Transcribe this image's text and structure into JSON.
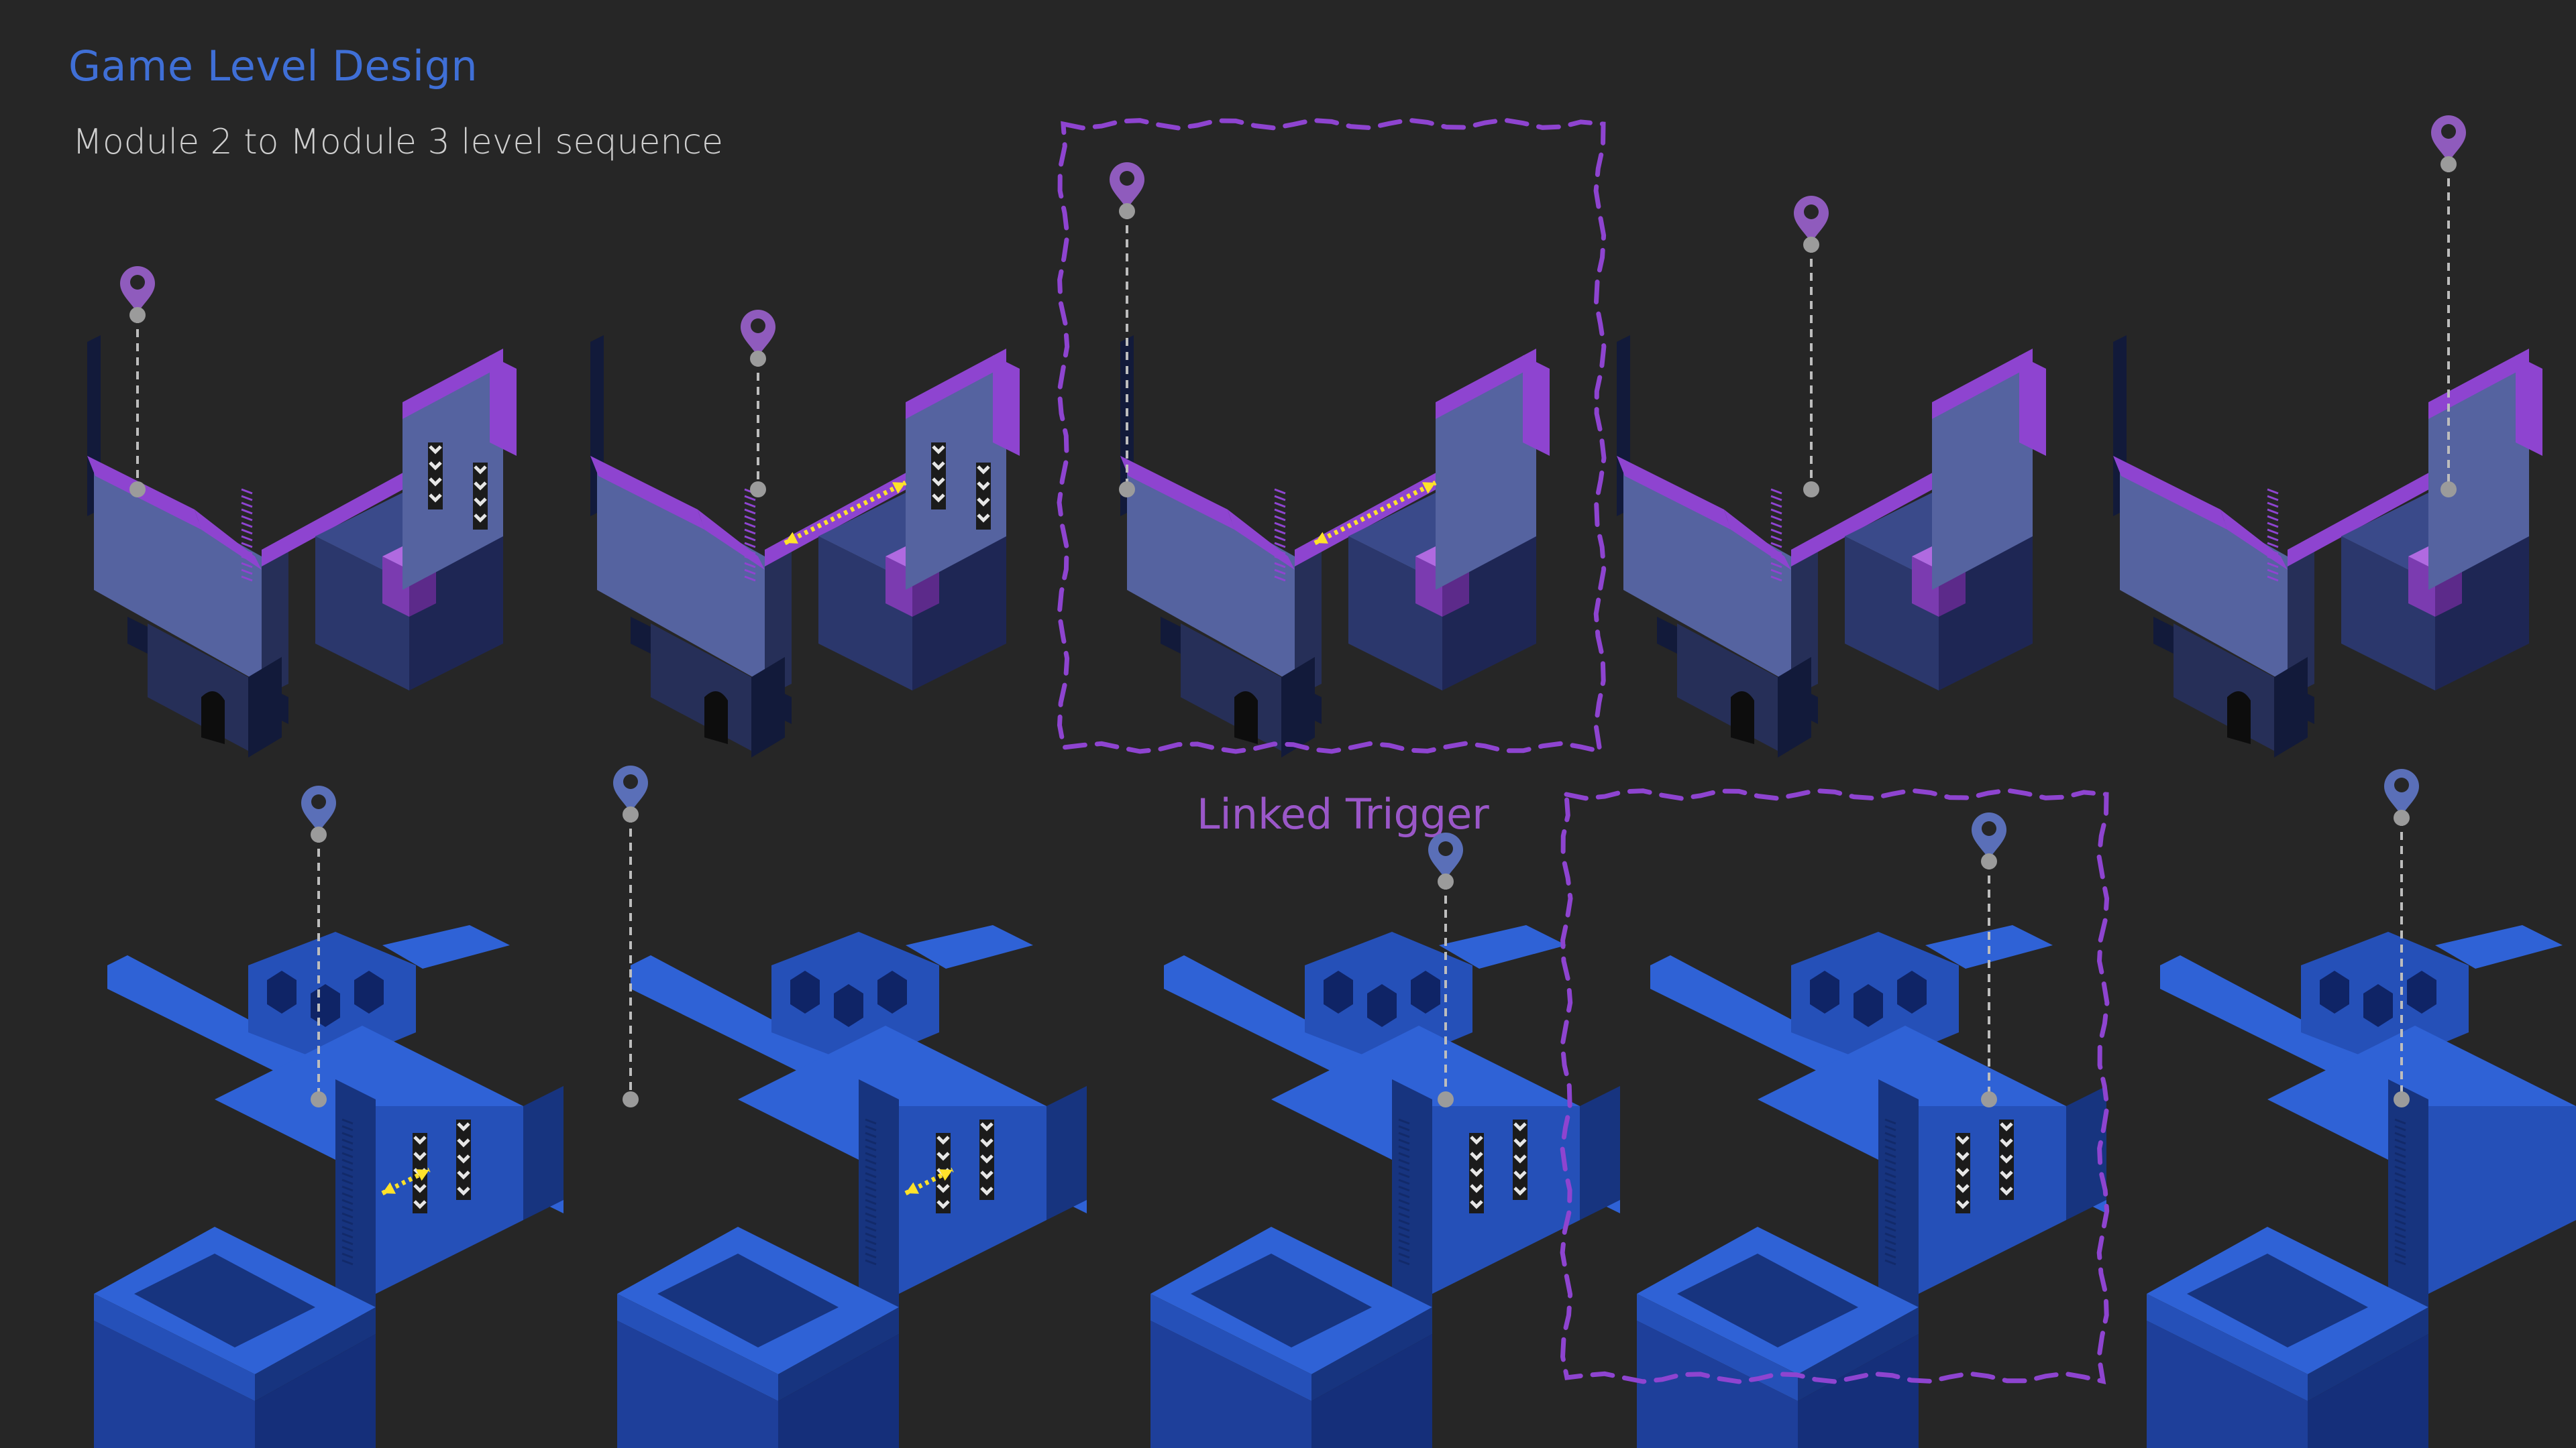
{
  "header": {
    "title": "Game Level Design",
    "subtitle": "Module 2 to Module 3 level sequence"
  },
  "annotations": {
    "linked_trigger": "Linked Trigger"
  },
  "colors": {
    "background": "#262626",
    "title_blue": "#3f6fd6",
    "purple_accent": "#8e44d0",
    "purple_label": "#9a57c8",
    "slate_face": "#5563a0",
    "slate_dark": "#262f58",
    "navy": "#121a3a",
    "blue_top": "#2f62d6",
    "blue_mid": "#2550b8",
    "blue_dark": "#17347f",
    "path_marker": "#9b9b9b",
    "move_arrow": "#ffe22a",
    "pin_purple": "#8f5bbd",
    "pin_blue": "#5a6fb8"
  },
  "icons": {
    "location": "location-pin-icon",
    "move": "double-arrow-icon",
    "stripe": "chevron-stripe-icon"
  },
  "sequence": {
    "top_row": [
      {
        "label": "",
        "highlighted": false,
        "arrow": false
      },
      {
        "label": "",
        "highlighted": false,
        "arrow": true
      },
      {
        "label": "",
        "highlighted": true,
        "arrow": true
      },
      {
        "label": "",
        "highlighted": false,
        "arrow": false
      },
      {
        "label": "",
        "highlighted": false,
        "arrow": false
      }
    ],
    "bottom_row": [
      {
        "label": "",
        "highlighted": false,
        "arrow": true
      },
      {
        "label": "",
        "highlighted": false,
        "arrow": true
      },
      {
        "label": "",
        "highlighted": false,
        "arrow": false
      },
      {
        "label": "",
        "highlighted": true,
        "arrow": false
      },
      {
        "label": "",
        "highlighted": false,
        "arrow": false
      }
    ]
  }
}
